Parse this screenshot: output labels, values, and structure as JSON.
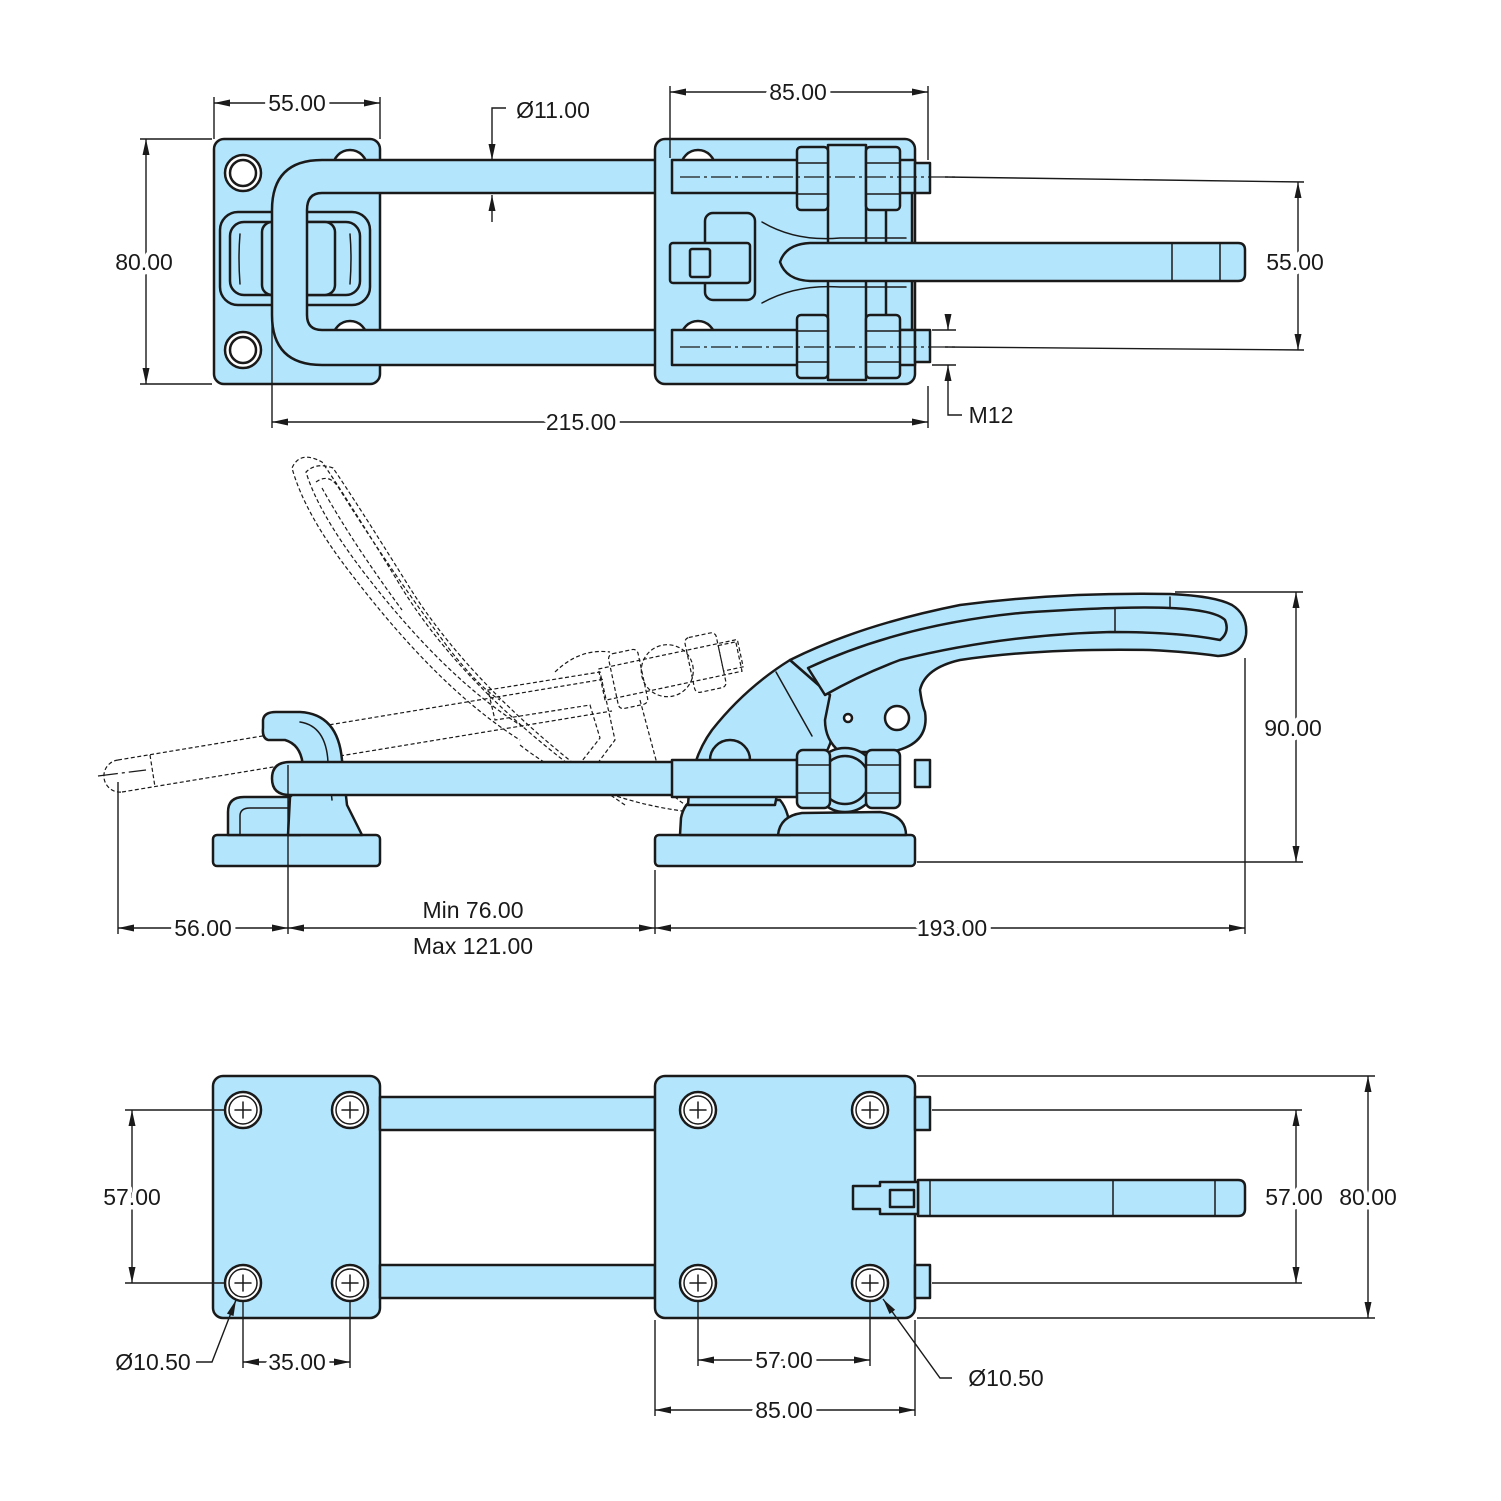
{
  "top_view": {
    "left_plate_width": "55.00",
    "rod_diameter": "Ø11.00",
    "right_plate_width": "85.00",
    "plate_height": "80.00",
    "rod_spacing": "55.00",
    "overall_length": "215.00",
    "thread": "M12"
  },
  "side_view": {
    "height": "90.00",
    "hook_offset": "56.00",
    "range_min": "Min 76.00",
    "range_max": "Max 121.00",
    "clamp_length": "193.00"
  },
  "bottom_view": {
    "left_hole_spacing_y": "57.00",
    "right_hole_spacing_y": "57.00",
    "plate_height": "80.00",
    "left_hole_diameter": "Ø10.50",
    "left_hole_spacing_x": "35.00",
    "right_hole_spacing_x": "57.00",
    "right_hole_diameter": "Ø10.50",
    "right_plate_width": "85.00"
  },
  "colors": {
    "part_fill": "#b3e5fc",
    "line": "#1a1a1a"
  }
}
